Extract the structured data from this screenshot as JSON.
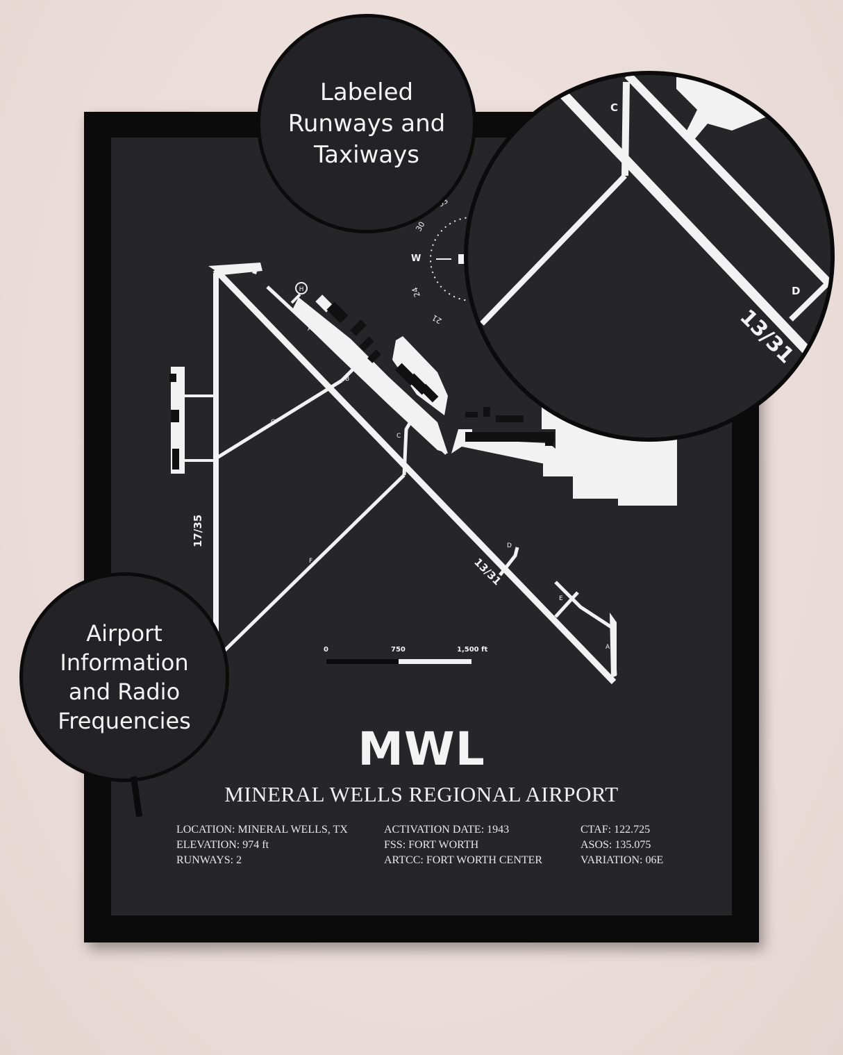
{
  "poster": {
    "code": "MWL",
    "name": "MINERAL WELLS REGIONAL AIRPORT",
    "info": {
      "col1": [
        "LOCATION: MINERAL WELLS, TX",
        "ELEVATION: 974 ft",
        "RUNWAYS: 2"
      ],
      "col2": [
        "ACTIVATION DATE: 1943",
        "FSS: FORT WORTH",
        "ARTCC: FORT WORTH CENTER"
      ],
      "col3": [
        "CTAF: 122.725",
        "ASOS: 135.075",
        "VARIATION: 06E"
      ]
    }
  },
  "map": {
    "runways": [
      "17/35",
      "13/31"
    ],
    "taxiways": [
      "A",
      "B",
      "C",
      "D",
      "E",
      "F",
      "G",
      "A"
    ],
    "helipad": "H",
    "scale": {
      "labels": [
        "0",
        "750",
        "1,500 ft"
      ]
    },
    "compass": {
      "labels": [
        "W",
        "30",
        "33",
        "24",
        "21"
      ]
    }
  },
  "callouts": {
    "runways_taxiways": [
      "Labeled",
      "Runways and",
      "Taxiways"
    ],
    "airport_info": [
      "Airport",
      "Information",
      "and Radio",
      "Frequencies"
    ]
  },
  "zoom": {
    "taxiway_labels": [
      "C",
      "D"
    ],
    "runway_label": "13/31"
  },
  "colors": {
    "wall": "#eee0dc",
    "frame": "#0b0b0c",
    "poster": "#262628",
    "ink": "#f3f3f3"
  }
}
